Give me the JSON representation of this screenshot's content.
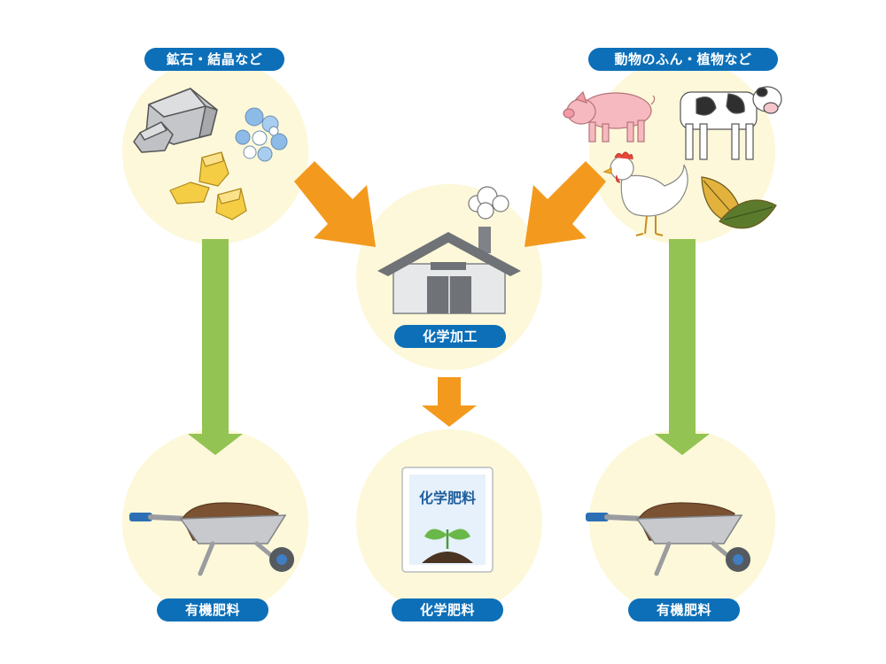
{
  "labels": {
    "minerals": "鉱石・結晶など",
    "animals_plants": "動物のふん・植物など",
    "chemical_processing": "化学加工",
    "organic_left": "有機肥料",
    "chemical_fertilizer": "化学肥料",
    "organic_right": "有機肥料",
    "bag_text": "化学肥料"
  },
  "colors": {
    "circle_fill": "#fcf8d9",
    "label_bg": "#0c6fb8",
    "orange_arrow": "#f39a1e",
    "green_arrow": "#93c353"
  }
}
